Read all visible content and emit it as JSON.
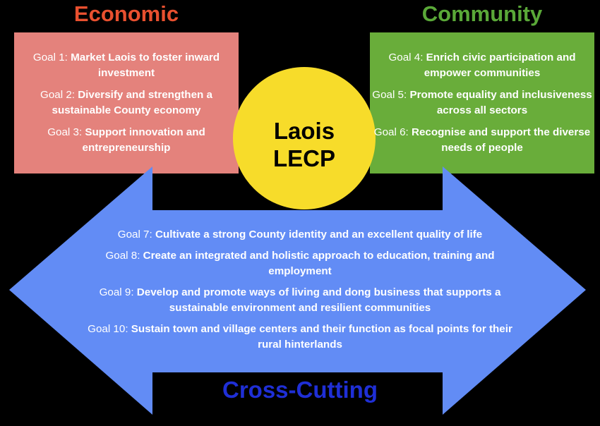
{
  "colors": {
    "background": "#000000",
    "economic_heading": "#e8502f",
    "community_heading": "#5aa838",
    "cross_heading": "#1f2fd6",
    "economic_box": "#e4827c",
    "community_box": "#69ad3a",
    "center_circle": "#f7dc2a",
    "arrow": "#628cf5"
  },
  "headings": {
    "economic": "Economic",
    "community": "Community",
    "cross_cutting": "Cross-Cutting"
  },
  "center": {
    "line1": "Laois",
    "line2": "LECP"
  },
  "economic_goals": [
    {
      "label": "Goal 1:",
      "text": "Market Laois to foster inward investment"
    },
    {
      "label": "Goal 2:",
      "text": "Diversify and strengthen a sustainable County economy"
    },
    {
      "label": "Goal 3:",
      "text": "Support innovation and entrepreneurship"
    }
  ],
  "community_goals": [
    {
      "label": "Goal 4:",
      "text": "Enrich civic participation and empower  communities"
    },
    {
      "label": "Goal 5:",
      "text": "Promote equality and inclusiveness across all sectors"
    },
    {
      "label": "Goal 6:",
      "text": "Recognise and support the diverse needs of people"
    }
  ],
  "cross_cutting_goals": [
    {
      "label": "Goal 7:",
      "text": "Cultivate a strong County identity and an excellent quality of life"
    },
    {
      "label": "Goal 8:",
      "text": "Create an integrated and holistic approach to education, training and employment"
    },
    {
      "label": "Goal 9:",
      "text": "Develop and promote ways of living and dong business that supports a sustainable environment and resilient communities"
    },
    {
      "label": "Goal 10:",
      "text": "Sustain town and village centers and their function as focal points for their rural hinterlands"
    }
  ]
}
